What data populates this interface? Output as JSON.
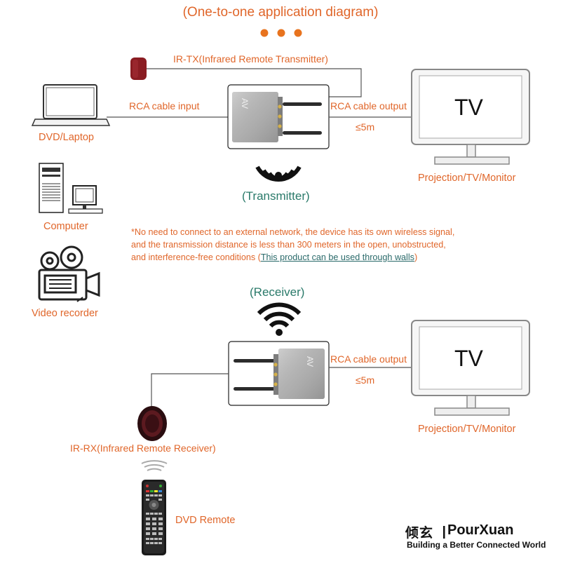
{
  "title": "(One-to-one application diagram)",
  "transmitter": {
    "ir_label": "IR-TX(Infrared Remote Transmitter)",
    "rca_input": "RCA cable input",
    "rca_output": "RCA cable output",
    "distance": "≤5m",
    "caption": "(Transmitter)"
  },
  "sources": {
    "laptop": "DVD/Laptop",
    "computer": "Computer",
    "recorder": "Video recorder"
  },
  "tv": {
    "screen_text": "TV",
    "caption": "Projection/TV/Monitor"
  },
  "note": {
    "line1": "*No need to connect to an external network, the device has its own wireless signal,",
    "line2": "and the transmission distance is less than 300 meters in the open, unobstructed,",
    "line3_pre": "and interference-free conditions (",
    "line3_link": "This product can be used through walls",
    "line3_post": ")"
  },
  "receiver": {
    "caption": "(Receiver)",
    "rca_output": "RCA cable output",
    "distance": "≤5m",
    "ir_label": "IR-RX(Infrared Remote Receiver)"
  },
  "remote": {
    "label": "DVD Remote"
  },
  "device_logo": "AV",
  "brand": {
    "chinese": "倾玄",
    "name": "PourXuan",
    "tagline": "Building a Better Connected World"
  },
  "colors": {
    "accent": "#e0662a",
    "teal": "#2a7a6a",
    "ir_device": "#8a1c22"
  }
}
